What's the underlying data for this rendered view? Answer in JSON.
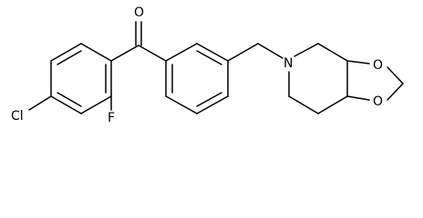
{
  "atoms": {
    "oxygen_ketone": "O",
    "chlorine": "Cl",
    "fluorine": "F",
    "nitrogen": "N",
    "oxygen_ring_upper": "O",
    "oxygen_ring_lower": "O"
  },
  "colors": {
    "bond": "#000000",
    "label": "#000000",
    "background": "#ffffff"
  }
}
